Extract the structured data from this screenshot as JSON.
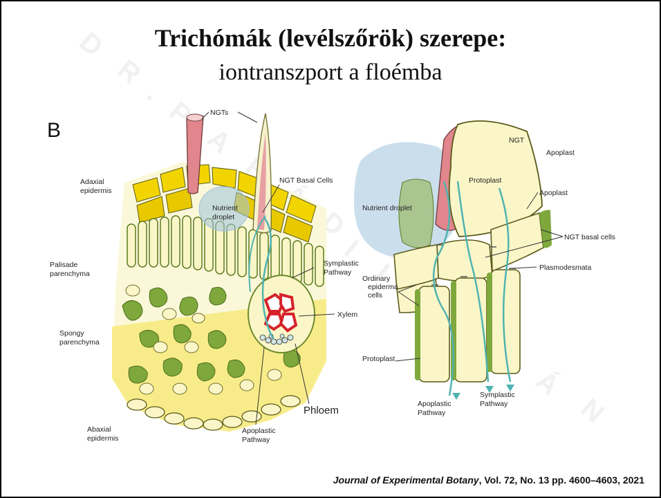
{
  "slide": {
    "title": "Trichómák (levélszőrök) szerepe:",
    "subtitle": "iontranszport a floémba",
    "watermark": [
      "D",
      "R",
      ".",
      "P",
      "A",
      "P",
      "Á",
      "D",
      "I",
      "I",
      "S",
      "T",
      "V",
      "Á",
      "N"
    ],
    "citation_journal": "Journal of Experimental Botany",
    "citation_rest": ", Vol. 72, No. 13 pp. 4600–4603, 2021"
  },
  "figure": {
    "panel_letter": "B",
    "left_labels": {
      "ngts": "NGTs",
      "ngt_basal_cells": "NGT Basal Cells",
      "adaxial_1": "Adaxial",
      "adaxial_2": "epidermis",
      "nutrient_1": "Nutrient",
      "nutrient_2": "droplet",
      "palisade_1": "Palisade",
      "palisade_2": "parenchyma",
      "symplastic_1": "Symplastic",
      "symplastic_2": "Pathway",
      "xylem": "Xylem",
      "spongy_1": "Spongy",
      "spongy_2": "parenchyma",
      "phloem": "Phloem",
      "abaxial_1": "Abaxial",
      "abaxial_2": "epidermis",
      "apoplastic_1": "Apoplastic",
      "apoplastic_2": "Pathway"
    },
    "right_labels": {
      "ngt": "NGT",
      "apoplast_top": "Apoplast",
      "protoplast_top": "Protoplast",
      "apoplast_mid": "Apoplast",
      "nutrient_droplet": "Nutrient droplet",
      "ngt_basal_cells": "NGT basal cells",
      "plasmodesmata": "Plasmodesmata",
      "ordinary_1": "Ordinary",
      "ordinary_2": "epiderma",
      "ordinary_3": "cells",
      "protoplast_bottom": "Protoplast",
      "apoplastic_1": "Apoplastic",
      "apoplastic_2": "Pathway",
      "symplastic_1": "Symplastic",
      "symplastic_2": "Pathway"
    },
    "colors": {
      "epidermis_yellow": "#f2d500",
      "cell_cream": "#fbf6c8",
      "green": "#7ea83c",
      "pink": "#e0868c",
      "xylem_red": "#d6232b",
      "pathway_teal": "#4fb3b0",
      "droplet_blue": "#9fc3dd"
    }
  }
}
